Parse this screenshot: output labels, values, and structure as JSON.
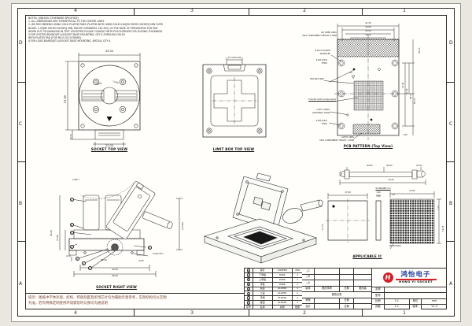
{
  "frame": {
    "cols": [
      "4",
      "3",
      "2",
      "1"
    ],
    "rows": [
      "D",
      "C",
      "B",
      "A"
    ]
  },
  "notes": {
    "lines": [
      "NOTES: [UNLESS OTHERWISE SPECIFIED]",
      "1. ALL DIMENSIONS ARE SYMMETRICAL TO THE CENTER LINES.",
      "2. WE RECOMMEND USING GOLD PLATED PADS (PLATED WITH HARD GOLD 0.80[30 MICRO INCHES] MIN OVER",
      "NICKEL 2.03[80 MICRO INCHES] MIN, KNOOP HARDNESS 130-200), IN THE BASE OF PREVENTING PCB PAD",
      "WORN OUT OR DAMAGED IN TEST SOCKETER PLEASE CONSULT WITH PCB SUPPLIER FOR PLATING THICKNESS.",
      "3.FOR SYSTEM BOARD(ETL)/SOCKET BASE MOUNTING, QTY 4,THROUGH HOLES",
      "WITH PLATED PAD (FOR M3.0 ISO SCREWS).",
      "4.FOR LOAD BOARD(ETL)/SOCKET BASE MOUNTING, INSTALL QTY 4."
    ]
  },
  "views": {
    "socket_top": {
      "title": "SOCKET TOP VIEW",
      "dim_w": "45.00",
      "dim_h": "53.90",
      "dim_foot": "6.00",
      "dim_tab": "22.00",
      "open": "OPEN",
      "close": "CLOSE"
    },
    "limit_box": {
      "title": "LIMIT BOX TOP VIEW",
      "dim": "15.10±0.05"
    },
    "pcb": {
      "title": "PCB PATTERN (Top View)",
      "dims_top": [
        "41.25",
        "29.00",
        "25.50",
        "19.25"
      ],
      "dims_right": [
        "62.00",
        "13.45",
        "42.49",
        "48.00",
        "65.10"
      ],
      "dim_bottom": "7.60",
      "a1": "A1",
      "callouts": {
        "lid1": "LID OPEN AREA",
        "lid2": "MAX COMPONENT HEIGHT 0.5MM",
        "plated1": "8-Ø4.5-PLATED",
        "plated2": "SURFACES",
        "thru_top1": "4-Ø3.2(4X)",
        "thru_top2": "THRU",
        "pad": "256-Ø0.8-PAD",
        "prohibit": "Prohibit Cloth Components",
        "optional1": "2-Ø3.2 THRU-",
        "optional2": "(OPTIONAL HOLE)",
        "thru_bot1": "4-Ø3.2(4X)",
        "thru_bot2": "THRU",
        "latch1": "LATCH AREA",
        "latch2": "MAX COMPONENT HEIGHT 1.5MM"
      }
    },
    "right": {
      "title": "SOCKET RIGHT VIEW",
      "angle": "(100°)",
      "d1": "45.00",
      "d2": "23.50",
      "d3": "(2.5)",
      "d4": "Ø2.00",
      "d5": "40.00",
      "d6": "48.00",
      "d7": "(23.60)",
      "guide": "Guide Pins",
      "screw": "4-M3",
      "balloons": [
        "1",
        "6",
        "5",
        "2",
        "3",
        "4",
        "7",
        "8"
      ]
    },
    "ic": {
      "title": "APPLICABLE IC",
      "probe": "ST-PROBE-4.4",
      "pd1": "Ø0.65",
      "pd2": "Ø0.90",
      "pd3": "Ø1.00",
      "plen": "24.40",
      "icw": "17.00",
      "ich": "17.00",
      "side1": "1.00",
      "side2": "2.40",
      "mapw": "19.05",
      "pitch": "1.27",
      "pitchv": "1.27",
      "maph": "19.05",
      "ball": "Ø0.8(256X)"
    }
  },
  "bom": {
    "headers": [
      "序号",
      "名称",
      "材质",
      "数量"
    ],
    "rows": [
      {
        "no": "8",
        "name": "探针",
        "mat": "COPPER",
        "qty": "256"
      },
      {
        "no": "7",
        "name": "下导板",
        "mat": "PA66",
        "qty": "1"
      },
      {
        "no": "6",
        "name": "上导板",
        "mat": "PA66",
        "qty": "1"
      },
      {
        "no": "5",
        "name": "浮板",
        "mat": "PA66",
        "qty": "1"
      },
      {
        "no": "4",
        "name": "底座",
        "mat": "AL6061",
        "qty": "1"
      },
      {
        "no": "3",
        "name": "上盖",
        "mat": "AL6061",
        "qty": "1"
      },
      {
        "no": "2",
        "name": "手柄",
        "mat": "AL6061",
        "qty": "1"
      },
      {
        "no": "1",
        "name": "旋钮",
        "mat": "AL6061",
        "qty": "1"
      }
    ]
  },
  "revision": {
    "marks": [
      "△C",
      "△B",
      "△A"
    ],
    "headers": [
      "版本",
      "更改事项",
      "日期",
      "更改者"
    ],
    "record": "更改记录",
    "check_label": "审核",
    "design_label": "设计",
    "date_label": "日期"
  },
  "titleblock": {
    "logo_mark": "H",
    "company_cn": "鸿怡电子",
    "company_en": "HONG YI SOCKET",
    "name_label": "名称",
    "name_value": "",
    "model_label": "型号",
    "model_value": "",
    "scale_label": "比例",
    "scale_value": "1:1",
    "unit_label": "单位",
    "unit_value": "mm",
    "page_label": "页数",
    "page_value": "1-1",
    "ver_label": "版本",
    "ver_value": "V1.0"
  },
  "footnote": {
    "line1": "提示：图纸中字体外观、结构、焊盘刻度及所用芯片均为辅助示意参考，实际结构均以实物",
    "line2": "为准。若有特殊定制使用环境需及时与我司沟通说明"
  },
  "colors": {
    "accent_red": "#d42027",
    "brand_blue": "#1e3e9f",
    "paper": "#fffefb",
    "line": "#2a2a2a"
  }
}
